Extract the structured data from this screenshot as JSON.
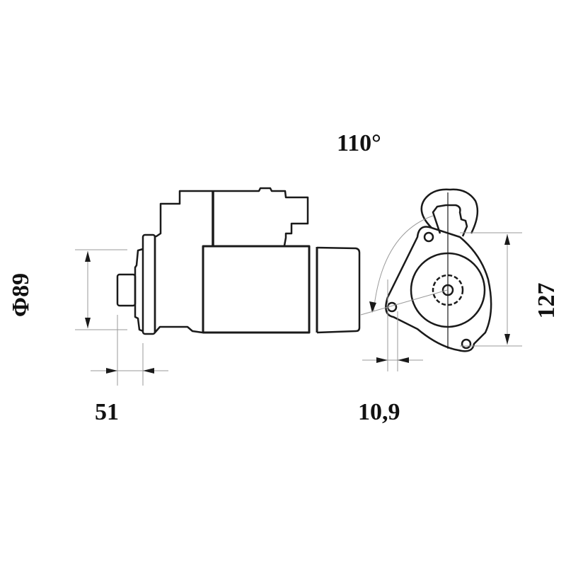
{
  "drawing": {
    "subject": "starter motor technical drawing",
    "line_color": "#1a1a1a",
    "dim_color": "#9a9a9a",
    "dimensions": {
      "angle": "110°",
      "diameter": "Φ89",
      "height": "127",
      "flange_offset": "51",
      "hole_spacing": "10,9"
    },
    "views": [
      "side-view",
      "front-view"
    ]
  }
}
